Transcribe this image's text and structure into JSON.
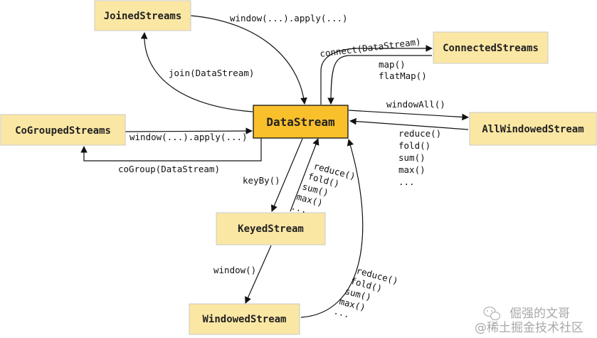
{
  "nodes": {
    "joined": "JoinedStreams",
    "connected": "ConnectedStreams",
    "datastream": "DataStream",
    "cogrouped": "CoGroupedStreams",
    "allwindowed": "AllWindowedStream",
    "keyed": "KeyedStream",
    "windowed": "WindowedStream"
  },
  "edge_labels": {
    "joined_window_apply": "window(...).apply(...)",
    "join": "join(DataStream)",
    "connect": "connect(DataStream)",
    "map": "map()",
    "flatmap": "flatMap()",
    "window_all": "windowAll()",
    "cogroup_window_apply": "window(...).apply(...)",
    "cogroup": "coGroup(DataStream)",
    "keyby": "keyBy()",
    "window": "window()",
    "all_reduce": "reduce()",
    "all_fold": "fold()",
    "all_sum": "sum()",
    "all_max": "max()",
    "all_more": "...",
    "keyed_reduce": "reduce()",
    "keyed_fold": "fold()",
    "keyed_sum": "sum()",
    "keyed_max": "max()",
    "keyed_more": "...",
    "win_reduce": "reduce()",
    "win_fold": "fold()",
    "win_sum": "sum()",
    "win_max": "max()",
    "win_more": "..."
  },
  "watermark": {
    "line1": "倔强的文哥",
    "line2": "@稀土掘金技术社区"
  }
}
